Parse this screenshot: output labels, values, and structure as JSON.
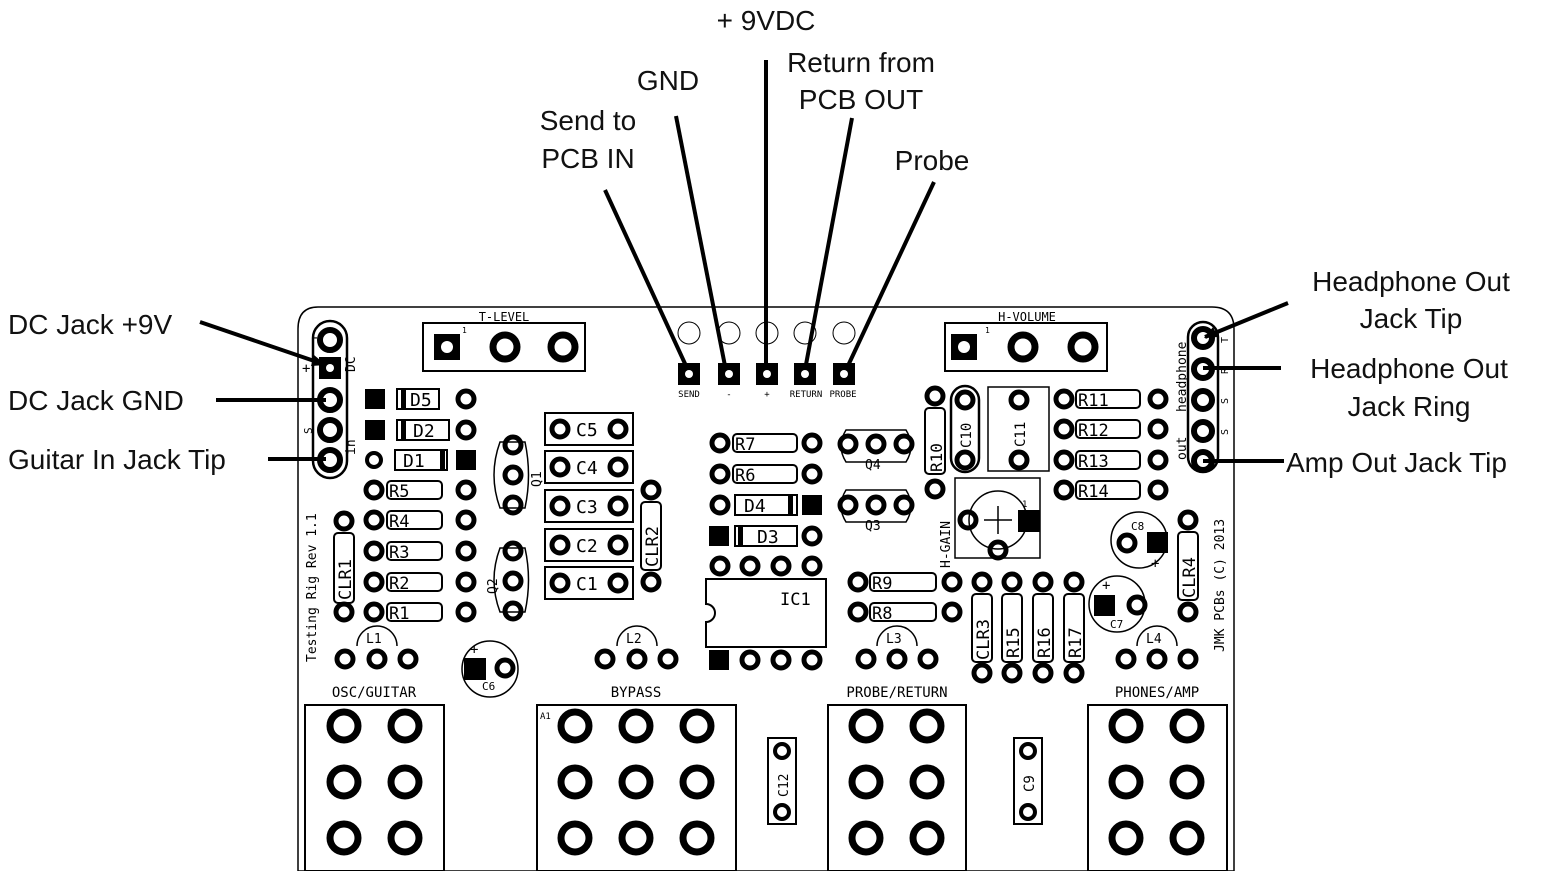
{
  "callouts": {
    "vdc": "+ 9VDC",
    "gnd": "GND",
    "return_l1": "Return from",
    "return_l2": "PCB OUT",
    "send_l1": "Send to",
    "send_l2": "PCB IN",
    "probe": "Probe",
    "dc_plus": "DC Jack +9V",
    "dc_gnd": "DC Jack GND",
    "guitar_tip": "Guitar In Jack Tip",
    "hp_tip_l1": "Headphone Out",
    "hp_tip_l2": "Jack Tip",
    "hp_ring_l1": "Headphone Out",
    "hp_ring_l2": "Jack Ring",
    "amp_tip": "Amp Out Jack Tip"
  },
  "board": {
    "t_level": "T-LEVEL",
    "h_volume": "H-VOLUME",
    "h_gain": "H-GAIN",
    "pad_send": "SEND",
    "pad_minus": "-",
    "pad_plus": "+",
    "pad_return": "RETURN",
    "pad_probe": "PROBE",
    "dc": "DC",
    "in": "in",
    "out": "out",
    "headphone": "headphone",
    "plus": "+",
    "minus": "-",
    "s": "S",
    "t": "T",
    "r": "R",
    "pin1": "1",
    "a1": "A1",
    "rev": "Testing Rig Rev 1.1",
    "copyright": "JMK PCBs (C) 2013",
    "osc_guitar": "OSC/GUITAR",
    "bypass": "BYPASS",
    "probe_return": "PROBE/RETURN",
    "phones_amp": "PHONES/AMP",
    "ic1": "IC1"
  },
  "parts": {
    "d5": "D5",
    "d2": "D2",
    "d1": "D1",
    "d4": "D4",
    "d3": "D3",
    "r1": "R1",
    "r2": "R2",
    "r3": "R3",
    "r4": "R4",
    "r5": "R5",
    "r6": "R6",
    "r7": "R7",
    "r8": "R8",
    "r9": "R9",
    "r10": "R10",
    "r11": "R11",
    "r12": "R12",
    "r13": "R13",
    "r14": "R14",
    "r15": "R15",
    "r16": "R16",
    "r17": "R17",
    "c1": "C1",
    "c2": "C2",
    "c3": "C3",
    "c4": "C4",
    "c5": "C5",
    "c6": "C6",
    "c7": "C7",
    "c8": "C8",
    "c9": "C9",
    "c10": "C10",
    "c11": "C11",
    "c12": "C12",
    "clr1": "CLR1",
    "clr2": "CLR2",
    "clr3": "CLR3",
    "clr4": "CLR4",
    "q1": "Q1",
    "q2": "Q2",
    "q3": "Q3",
    "q4": "Q4",
    "l1": "L1",
    "l2": "L2",
    "l3": "L3",
    "l4": "L4"
  }
}
